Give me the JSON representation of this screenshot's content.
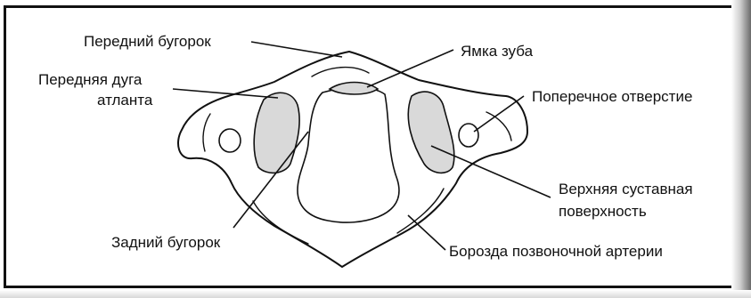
{
  "figure": {
    "labels": {
      "anterior_tubercle": "Передний бугорок",
      "dens_facet": "Ямка зуба",
      "anterior_arch_line1": "Передняя дуга",
      "anterior_arch_line2": "атланта",
      "transverse_foramen": "Поперечное отверстие",
      "superior_articular_line1": "Верхняя суставная",
      "superior_articular_line2": "поверхность",
      "posterior_tubercle": "Задний бугорок",
      "vertebral_artery_groove": "Борозда позвоночной артерии"
    }
  }
}
